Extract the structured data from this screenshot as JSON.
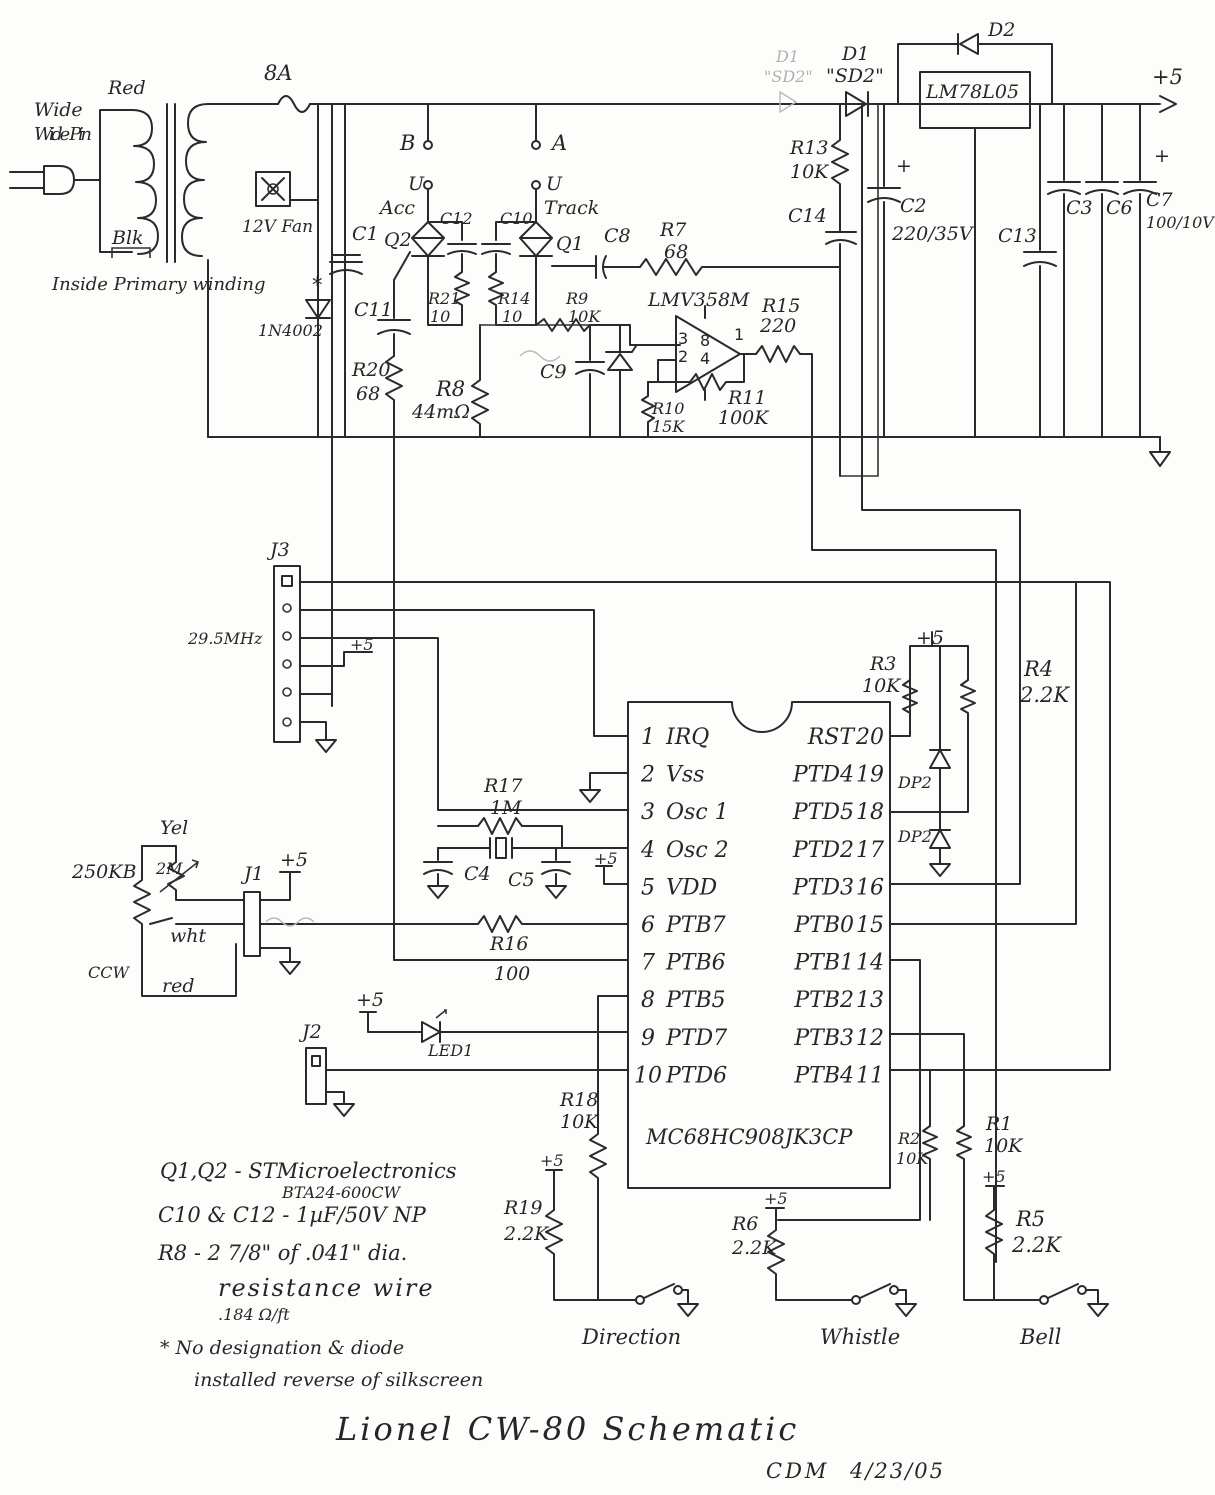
{
  "title": "Lionel CW-80 Schematic",
  "author": "CDM",
  "date": "4/23/05",
  "labels": {
    "plug": "Wide Pin",
    "red": "Red",
    "blk": "Blk",
    "inside_primary": "Inside Primary winding",
    "fuse": "8A",
    "fan": "12V Fan",
    "c1": "C1",
    "d_1n4002": "1N4002",
    "star": "*",
    "b": "B",
    "a": "A",
    "u_acc": "U",
    "acc": "Acc",
    "u_track": "U",
    "track": "Track",
    "q1": "Q1",
    "q2": "Q2",
    "c12": "C12",
    "c10": "C10",
    "c8": "C8",
    "c11": "C11",
    "r21": "R21",
    "r21_val": "10",
    "r14": "R14",
    "r14_val": "10",
    "r9": "R9",
    "r9_val": "10K",
    "r7": "R7",
    "r7_val": "68",
    "opamp": "LMV358M",
    "r15": "R15",
    "r15_val": "220",
    "c9": "C9",
    "r8": "R8",
    "r8_val": "44mΩ",
    "r20": "R20",
    "r20_val": "68",
    "r10": "R10",
    "r10_val": "15K",
    "r11": "R11",
    "r11_val": "100K",
    "op_pin1": "1",
    "op_pin2": "2",
    "op_pin3": "3",
    "op_pin4": "4",
    "op_pin8": "8",
    "d1_ghost": "D1",
    "d1": "D1",
    "sd2_ghost": "\"SD2\"",
    "sd2": "\"SD2\"",
    "d2": "D2",
    "reg": "LM78L05",
    "plus5_top": "+5",
    "r13": "R13",
    "r13_val": "10K",
    "c14": "C14",
    "c2": "C2",
    "c2_val": "220/35V",
    "c13": "C13",
    "c3": "C3",
    "c6": "C6",
    "c7": "C7",
    "c7_val": "100/10V",
    "j3": "J3",
    "xtal": "29.5MHz",
    "plus5": "+5",
    "r3": "R3",
    "r3_val": "10K",
    "r4": "R4",
    "r4_val": "2.2K",
    "dp2a": "DP2",
    "dp2b": "DP2",
    "r17": "R17",
    "r17_val": "1M",
    "c4": "C4",
    "c5": "C5",
    "r16": "R16",
    "r16_val": "100",
    "yel": "Yel",
    "pot": "250KB",
    "pot2m": "2M",
    "wht": "wht",
    "ccw": "CCW",
    "redw": "red",
    "j1": "J1",
    "j2": "J2",
    "led1": "LED1",
    "r18": "R18",
    "r18_val": "10K",
    "r19": "R19",
    "r19_val": "2.2K",
    "r6": "R6",
    "r6_val": "2.2K",
    "r2": "R2",
    "r2_val": "10K",
    "r1": "R1",
    "r1_val": "10K",
    "r5": "R5",
    "r5_val": "2.2K",
    "direction": "Direction",
    "whistle": "Whistle",
    "bell": "Bell",
    "mcu": "MC68HC908JK3CP"
  },
  "mcu_left": [
    {
      "num": "1",
      "name": "IRQ"
    },
    {
      "num": "2",
      "name": "Vss"
    },
    {
      "num": "3",
      "name": "Osc 1"
    },
    {
      "num": "4",
      "name": "Osc 2"
    },
    {
      "num": "5",
      "name": "VDD"
    },
    {
      "num": "6",
      "name": "PTB7"
    },
    {
      "num": "7",
      "name": "PTB6"
    },
    {
      "num": "8",
      "name": "PTB5"
    },
    {
      "num": "9",
      "name": "PTD7"
    },
    {
      "num": "10",
      "name": "PTD6"
    }
  ],
  "mcu_right": [
    {
      "num": "20",
      "name": "RST"
    },
    {
      "num": "19",
      "name": "PTD4"
    },
    {
      "num": "18",
      "name": "PTD5"
    },
    {
      "num": "17",
      "name": "PTD2"
    },
    {
      "num": "16",
      "name": "PTD3"
    },
    {
      "num": "15",
      "name": "PTB0"
    },
    {
      "num": "14",
      "name": "PTB1"
    },
    {
      "num": "13",
      "name": "PTB2"
    },
    {
      "num": "12",
      "name": "PTB3"
    },
    {
      "num": "11",
      "name": "PTB4"
    }
  ],
  "notes": [
    "Q1,Q2 - STMicroelectronics",
    "BTA24-600CW",
    "C10 & C12 - 1µF/50V NP",
    "R8 - 2 7/8\" of .041\" dia.",
    "resistance wire",
    ".184 Ω/ft",
    "* No designation & diode",
    "installed reverse of silkscreen"
  ]
}
